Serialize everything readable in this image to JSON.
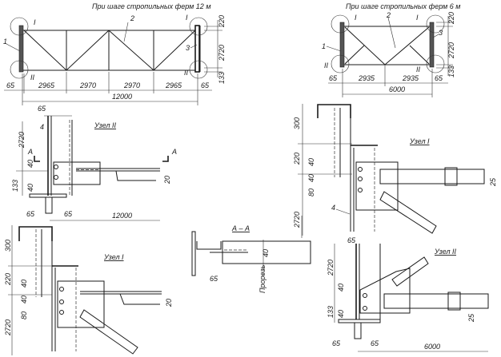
{
  "truss_12m": {
    "title": "При шаге стропильных ферм 12 м",
    "markers": {
      "pos1": "1",
      "pos2": "2",
      "pos3": "3",
      "node_i_left": "I",
      "node_ii_left": "II",
      "node_i_right": "I",
      "node_ii_right": "II"
    },
    "dims_horizontal": [
      "65",
      "2965",
      "2970",
      "2970",
      "2965",
      "65"
    ],
    "total": "12000",
    "dims_vertical": [
      "220",
      "2720",
      "133"
    ]
  },
  "truss_6m": {
    "title": "При шаге стропильных ферм 6 м",
    "markers": {
      "pos1": "1",
      "pos2": "2",
      "pos3": "3",
      "node_i_left": "I",
      "node_ii_left": "II",
      "node_i_right": "I",
      "node_ii_right": "II"
    },
    "dims_horizontal": [
      "65",
      "2935",
      "2935",
      "65"
    ],
    "total": "6000",
    "dims_vertical": [
      "220",
      "2720",
      "133"
    ]
  },
  "node_ii_12m": {
    "title": "Узел II",
    "section_mark": "A",
    "pos": "4",
    "dims": {
      "top": "65",
      "height": "2720",
      "d40a": "40",
      "d133": "133",
      "d40b": "40",
      "d20": "20",
      "base_left": "65",
      "base_right": "65",
      "span": "12000"
    }
  },
  "node_i_6m": {
    "title": "Узел I",
    "pos": "4",
    "dims": {
      "d300": "300",
      "d220": "220",
      "d40a": "40",
      "d40b": "40",
      "d80": "80",
      "d2720": "2720",
      "d25": "25"
    }
  },
  "node_i_12m": {
    "title": "Узел I",
    "dims": {
      "d300": "300",
      "d220": "220",
      "d40a": "40",
      "d40b": "40",
      "d80": "80",
      "d2720": "2720",
      "d20": "20"
    }
  },
  "section_aa": {
    "title": "А – А",
    "slot_label": "Прорезь",
    "dims": {
      "d40": "40",
      "d65": "65"
    }
  },
  "node_ii_6m": {
    "title": "Узел II",
    "dims": {
      "top": "65",
      "height": "2720",
      "d40a": "40",
      "d133": "133",
      "d40b": "40",
      "d25": "25",
      "base_left": "65",
      "base_right": "65",
      "span": "6000"
    }
  }
}
